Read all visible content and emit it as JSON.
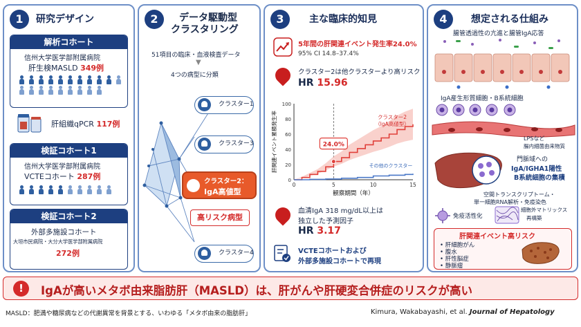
{
  "panel1": {
    "num": "1",
    "title": "研究デザイン",
    "discovery": {
      "header": "解析コホート",
      "line1": "信州大学医学部附属病院",
      "line2_pre": "肝生検MASLD ",
      "line2_count": "349例"
    },
    "qpcr": {
      "label": "肝組織qPCR ",
      "count": "117例"
    },
    "validation1": {
      "header": "検証コホート1",
      "line1": "信州大学医学部附属病院",
      "line2_pre": "VCTEコホート ",
      "line2_count": "287例"
    },
    "validation2": {
      "header": "検証コホート2",
      "line1": "外部多施設コホート",
      "line2": "大垣市民病院・大分大学医学部附属病院",
      "count": "272例"
    }
  },
  "panel2": {
    "num": "2",
    "title_l1": "データ駆動型",
    "title_l2": "クラスタリング",
    "desc1": "51項目の臨床・血液検査データ",
    "desc2": "4つの病型に分類",
    "clusters": [
      "クラスター1",
      "クラスター3",
      "クラスター4"
    ],
    "cluster2_l1": "クラスター2：",
    "cluster2_l2": "IgA高値型",
    "high_risk": "高リスク病型"
  },
  "panel3": {
    "num": "3",
    "title": "主な臨床的知見",
    "f1_main": "5年間の肝関連イベント発生率24.0%",
    "f1_ci": "95% CI 14.8–37.4%",
    "f2_main": "クラスター2は他クラスターより高リスク",
    "f2_hr_label": "HR ",
    "f2_hr_value": "15.96",
    "f3_main_l1": "血清IgA 318 mg/dL以上は",
    "f3_main_l2": "独立した予測因子",
    "f3_hr_label": "HR ",
    "f3_hr_value": "3.17",
    "f4_l1": "VCTEコホートおよび",
    "f4_l2": "外部多施設コホートで再現"
  },
  "chart_data": {
    "type": "line",
    "ylabel": "肝関連イベント累積発生率",
    "xlabel": "観察期間（年）",
    "x_ticks": [
      "0",
      "5",
      "10",
      "15"
    ],
    "y_ticks": [
      "0",
      "20",
      "40",
      "60",
      "80",
      "100"
    ],
    "xlim": [
      0,
      15
    ],
    "ylim": [
      0,
      100
    ],
    "annotation": "24.0%",
    "series": [
      {
        "name": "クラスター2（IgA高値型）",
        "color": "#e0403a",
        "x": [
          0,
          1,
          2,
          3,
          4,
          5,
          6,
          7,
          8,
          9,
          10,
          11,
          12,
          13,
          14,
          15
        ],
        "y": [
          0,
          3,
          7,
          11,
          17,
          24,
          29,
          36,
          41,
          46,
          51,
          55,
          60,
          66,
          70,
          73
        ]
      },
      {
        "name": "その他のクラスター",
        "color": "#4a78c8",
        "x": [
          0,
          2,
          4,
          6,
          8,
          10,
          12,
          14,
          15
        ],
        "y": [
          0,
          0.5,
          1,
          2,
          3,
          5,
          6,
          7,
          8
        ]
      }
    ]
  },
  "panel4": {
    "num": "4",
    "title": "想定される仕組み",
    "gut_caption": "腸管透過性の亢進と腸管IgA応答",
    "cells_caption": "IgA産生形質細胞・B系統細胞",
    "lps_l1": "LPSなど",
    "lps_l2": "腸内細菌由来物質",
    "portal_l1": "門脈域への",
    "portal_l2": "IgA/IGHA1陽性",
    "portal_l3": "B系統細胞の集積",
    "omics_l1": "空間トランスクリプトーム・",
    "omics_l2": "単一細胞RNA解析・免疫染色",
    "immune": "免疫活性化",
    "ecm_l1": "細胞外マトリックス",
    "ecm_l2": "再構築",
    "outcome_title": "肝関連イベント高リスク",
    "outcomes": [
      "肝細胞がん",
      "腹水",
      "肝性脳症",
      "静脈瘤"
    ]
  },
  "banner": {
    "icon": "!",
    "text": "IgAが高いメタボ由来脂肪肝（MASLD）は、肝がんや肝硬変合併症のリスクが高い"
  },
  "footer": {
    "note": "MASLD：肥満や糖尿病などの代謝異常を背景とする、いわゆる「メタボ由来の脂肪肝」",
    "authors": "Kimura, Wakabayashi, et al. ",
    "journal": "Journal of Hepatology"
  },
  "colors": {
    "navy": "#1d3f80",
    "red": "#d42a2a",
    "border": "#6d8fc7"
  }
}
